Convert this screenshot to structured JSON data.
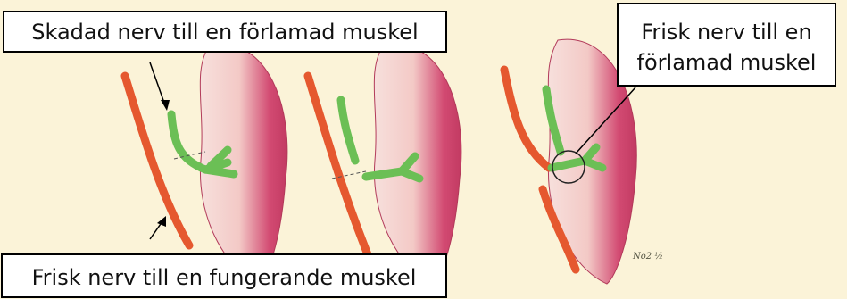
{
  "labels": {
    "damaged_nerve": "Skadad nerv till en förlamad muskel",
    "healthy_nerve_paralyzed_line1": "Frisk nerv till en",
    "healthy_nerve_paralyzed_line2": "förlamad muskel",
    "healthy_nerve_functioning": "Frisk nerv till en fungerande muskel"
  },
  "signature": "No2 ½",
  "colors": {
    "background": "#fbf3d8",
    "nerve_healthy": "#e5582f",
    "nerve_damaged": "#6bbf55",
    "muscle": "#d24a72",
    "muscle_light": "#f6d9d4"
  }
}
